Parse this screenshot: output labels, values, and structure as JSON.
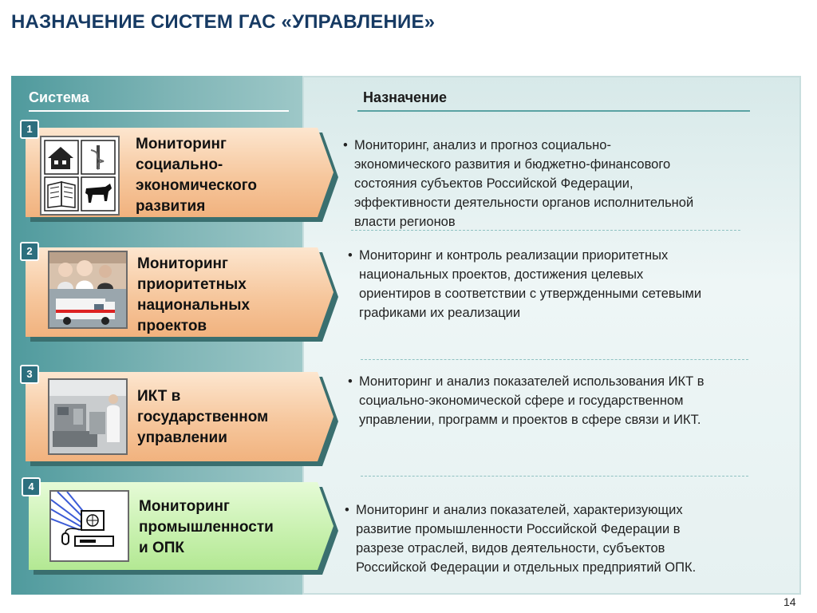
{
  "title": "НАЗНАЧЕНИЕ СИСТЕМ ГАС «УПРАВЛЕНИЕ»",
  "columns": {
    "system": "Система",
    "purpose": "Назначение"
  },
  "rows": [
    {
      "number": "1",
      "system": [
        "Мониторинг",
        "социально-",
        "экономического",
        "развития"
      ],
      "purpose": [
        "Мониторинг, анализ и прогноз социально-",
        "экономического развития и бюджетно-финансового",
        "состояния субъектов Российской Федерации,",
        "эффективности деятельности органов исполнительной",
        "власти регионов"
      ],
      "color": "#f6c79d"
    },
    {
      "number": "2",
      "system": [
        "Мониторинг",
        "приоритетных",
        "национальных",
        "проектов"
      ],
      "purpose": [
        "Мониторинг и контроль реализации приоритетных",
        "национальных проектов, достижения целевых",
        "ориентиров в соответствии с утвержденными сетевыми",
        "графиками их реализации"
      ],
      "color": "#f6c79d"
    },
    {
      "number": "3",
      "system": [
        "ИКТ в",
        "государственном",
        "управлении"
      ],
      "purpose": [
        "Мониторинг и анализ показателей использования ИКТ в",
        "социально-экономической сфере и государственном",
        "управлении, программ и проектов в сфере связи и ИКТ."
      ],
      "color": "#f6c79d"
    },
    {
      "number": "4",
      "system": [
        "Мониторинг",
        "промышленности",
        "и ОПК"
      ],
      "purpose": [
        "Мониторинг и анализ показателей, характеризующих",
        "развитие промышленности Российской Федерации в",
        "разрезе отраслей, видов деятельности, субъектов",
        "Российской Федерации и отдельных предприятий ОПК."
      ],
      "color": "#c9f1b0"
    }
  ],
  "bullet": "•",
  "page_number": "14",
  "icons": [
    "house-icon",
    "medical-emblem-icon",
    "book-icon",
    "cow-icon",
    "children-photo",
    "ambulance-photo",
    "lab-photo",
    "computer-network-icon"
  ]
}
